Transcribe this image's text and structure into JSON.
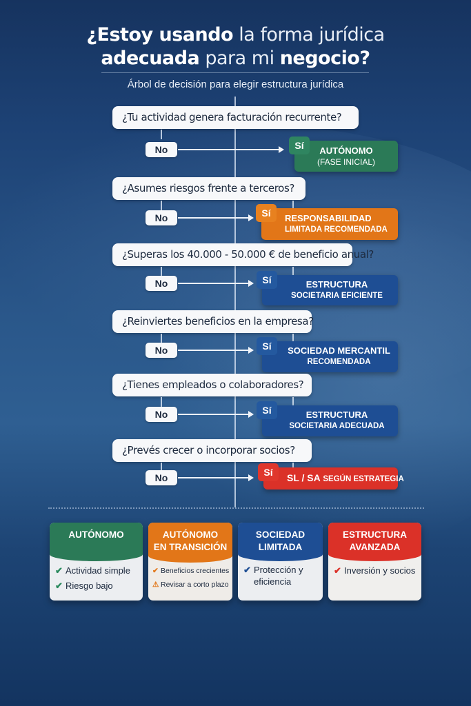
{
  "header": {
    "title_line1_bold": "¿Estoy usando",
    "title_line1_light": "la forma jurídica",
    "title_line2_bold": "adecuada",
    "title_line2_light": "para mi",
    "title_line2_bold2": "negocio?",
    "subtitle": "Árbol de decisión para elegir estructura jurídica"
  },
  "colors": {
    "green": "#2b7a57",
    "orange": "#e27618",
    "blue": "#1e4e94",
    "red": "#db3128",
    "background": "#1d4275"
  },
  "steps": [
    {
      "question": "¿Tu actividad genera facturación recurrente?",
      "no_label": "No",
      "yes_label": "Sí",
      "result_line1": "AUTÓNOMO",
      "result_line2": "(FASE INICIAL)",
      "color": "green"
    },
    {
      "question": "¿Asumes riesgos frente a terceros?",
      "no_label": "No",
      "yes_label": "Sí",
      "result_line1": "RESPONSABILIDAD",
      "result_line2": "LIMITADA RECOMENDADA",
      "color": "orange"
    },
    {
      "question": "¿Superas los 40.000 - 50.000 € de beneficio anual?",
      "no_label": "No",
      "yes_label": "Sí",
      "result_line1": "ESTRUCTURA",
      "result_line2": "SOCIETARIA EFICIENTE",
      "color": "blue"
    },
    {
      "question": "¿Reinviertes beneficios en la empresa?",
      "no_label": "No",
      "yes_label": "Sí",
      "result_line1": "SOCIEDAD MERCANTIL",
      "result_line2": "RECOMENDADA",
      "color": "blue"
    },
    {
      "question": "¿Tienes empleados o colaboradores?",
      "no_label": "No",
      "yes_label": "Sí",
      "result_line1": "ESTRUCTURA",
      "result_line2": "SOCIETARIA ADECUADA",
      "color": "blue"
    },
    {
      "question": "¿Prevés crecer o incorporar socios?",
      "no_label": "No",
      "yes_label": "Sí",
      "result_line1": "SL / SA",
      "result_line2": "SEGÚN ESTRATEGIA",
      "color": "red"
    }
  ],
  "cards": [
    {
      "title_line1": "AUTÓNOMO",
      "title_line2": "",
      "color": "green",
      "items": [
        {
          "icon": "check-icon",
          "glyph": "✔",
          "text": "Actividad simple"
        },
        {
          "icon": "check-icon",
          "glyph": "✔",
          "text": "Riesgo bajo"
        }
      ]
    },
    {
      "title_line1": "AUTÓNOMO",
      "title_line2": "EN TRANSICIÓN",
      "color": "orange",
      "items": [
        {
          "icon": "check-icon",
          "glyph": "✔",
          "text": "Beneficios crecientes"
        },
        {
          "icon": "warning-icon",
          "glyph": "⚠",
          "text": "Revisar a corto plazo"
        }
      ]
    },
    {
      "title_line1": "SOCIEDAD",
      "title_line2": "LIMITADA",
      "color": "blue",
      "items": [
        {
          "icon": "check-icon",
          "glyph": "✔",
          "text": "Protección y"
        },
        {
          "icon": "",
          "glyph": "",
          "text": "eficiencia"
        }
      ]
    },
    {
      "title_line1": "ESTRUCTURA",
      "title_line2": "AVANZADA",
      "color": "red",
      "items": [
        {
          "icon": "check-icon",
          "glyph": "✔",
          "text": "Inversión y socios"
        }
      ]
    }
  ]
}
